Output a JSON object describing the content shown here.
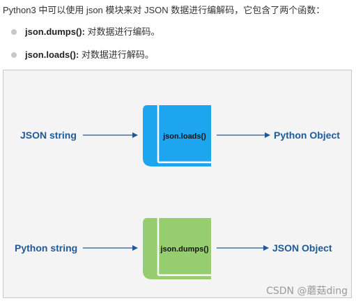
{
  "intro": "Python3 中可以使用 json 模块来对 JSON 数据进行编解码，它包含了两个函数：",
  "bullets": [
    {
      "func": "json.dumps():",
      "desc": " 对数据进行编码。"
    },
    {
      "func": "json.loads():",
      "desc": " 对数据进行解码。"
    }
  ],
  "diagram": {
    "top": {
      "input": "JSON string",
      "book": "json.loads()",
      "output": "Python Object",
      "color": "#1da6ef"
    },
    "bottom": {
      "input": "Python string",
      "book": "json.dumps()",
      "output": "JSON  Object",
      "color": "#96cd6e"
    },
    "text_color": "#1f5a96",
    "arrow_color": "#1f5a96"
  },
  "watermark": "CSDN @蘑菇ding"
}
